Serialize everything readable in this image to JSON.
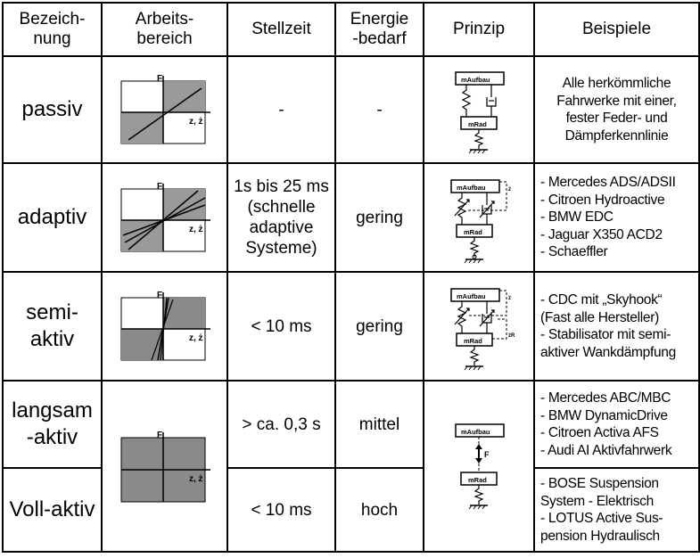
{
  "header": {
    "col1": [
      "Bezeich-",
      "nung"
    ],
    "col2": [
      "Arbeits-",
      "bereich"
    ],
    "col3": "Stellzeit",
    "col4": [
      "Energie",
      "-bedarf"
    ],
    "col5": "Prinzip",
    "col6": "Beispiele"
  },
  "axis": {
    "force": "F",
    "travel": "z, ż"
  },
  "masses": {
    "body": "mAufbau",
    "wheel": "mRad",
    "force_arrow": "F"
  },
  "rows": {
    "passiv": {
      "name": "passiv",
      "time": "-",
      "energy": "-",
      "examples": [
        "Alle herkömmliche",
        "Fahrwerke mit einer,",
        "fester Feder- und",
        "Dämpferkennlinie"
      ]
    },
    "adaptiv": {
      "name": "adaptiv",
      "time": [
        "1s bis  25 ms",
        "(schnelle",
        "adaptive",
        "Systeme)"
      ],
      "energy": "gering",
      "examples": [
        "- Mercedes ADS/ADSII",
        "- Citroen Hydroactive",
        "- BMW EDC",
        "- Jaguar X350 ACD2",
        "- Schaeffler"
      ]
    },
    "semiaktiv": {
      "name": [
        "semi-",
        "aktiv"
      ],
      "time": "< 10 ms",
      "energy": "gering",
      "examples": [
        "- CDC mit „Skyhook“",
        "(Fast alle Hersteller)",
        "- Stabilisator mit semi-",
        "aktiver Wankdämpfung"
      ]
    },
    "langsam": {
      "name": [
        "langsam",
        "-aktiv"
      ],
      "time": "> ca. 0,3 s",
      "energy": "mittel",
      "examples": [
        "- Mercedes ABC/MBC",
        "- BMW DynamicDrive",
        "- Citroen Activa AFS",
        "- Audi AI Aktivfahrwerk"
      ]
    },
    "vollaktiv": {
      "name": "Voll-aktiv",
      "time": "< 10 ms",
      "energy": "hoch",
      "examples": [
        "- BOSE Suspension",
        "System - Elektrisch",
        "- LOTUS Active Sus-",
        "pension Hydraulisch"
      ]
    }
  },
  "colors": {
    "shade": "#9a9a9a",
    "shade_dark": "#8a8a8a",
    "line": "#000000",
    "background": "#ffffff"
  }
}
